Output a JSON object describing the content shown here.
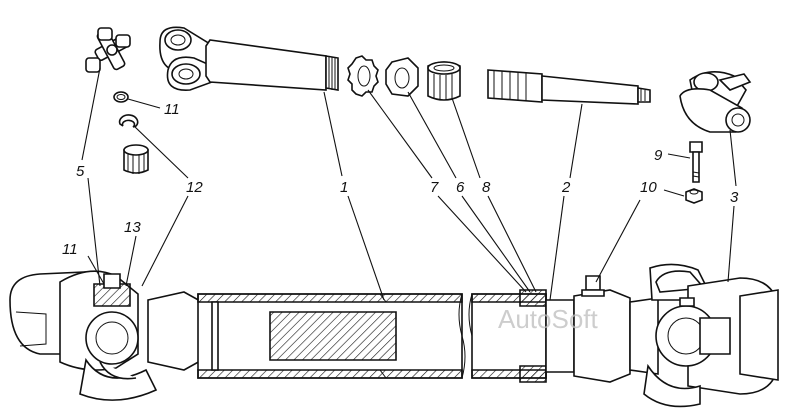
{
  "labels": {
    "l1": "1",
    "l2": "2",
    "l3": "3",
    "l5": "5",
    "l6": "6",
    "l7": "7",
    "l8": "8",
    "l9": "9",
    "l10": "10",
    "l11a": "11",
    "l11b": "11",
    "l12": "12",
    "l13": "13"
  },
  "watermark": "AutoSoft"
}
